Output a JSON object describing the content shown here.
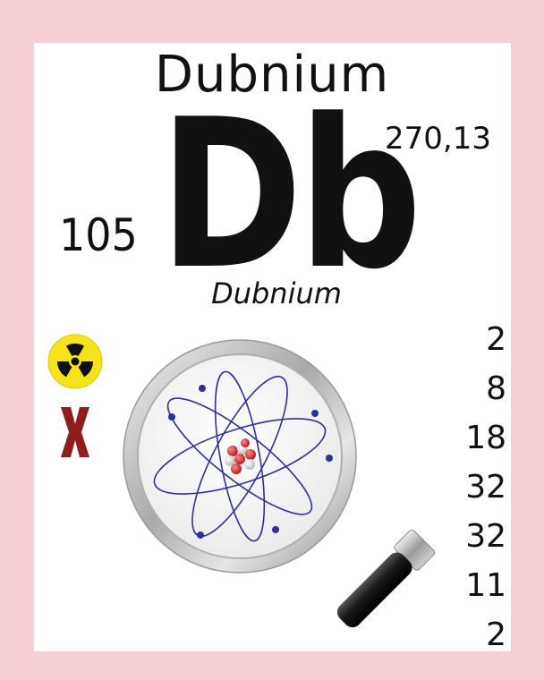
{
  "element": {
    "name": "Dubnium",
    "latin_name": "Dubnium",
    "symbol": "Db",
    "atomic_number": "105",
    "atomic_mass": "270,13"
  },
  "electron_shells": [
    "2",
    "8",
    "18",
    "32",
    "32",
    "11",
    "2"
  ],
  "icons": {
    "radioactive": "radioactive-icon",
    "hazard": "red-x-icon",
    "illustration": "magnifying-glass-atom"
  },
  "colors": {
    "frame": "#f7cfd2",
    "card": "#ffffff",
    "text": "#111111",
    "radioactive_yellow": "#f5e21b",
    "x_red": "#8e1d1c",
    "orbit_blue": "#2e3192"
  }
}
